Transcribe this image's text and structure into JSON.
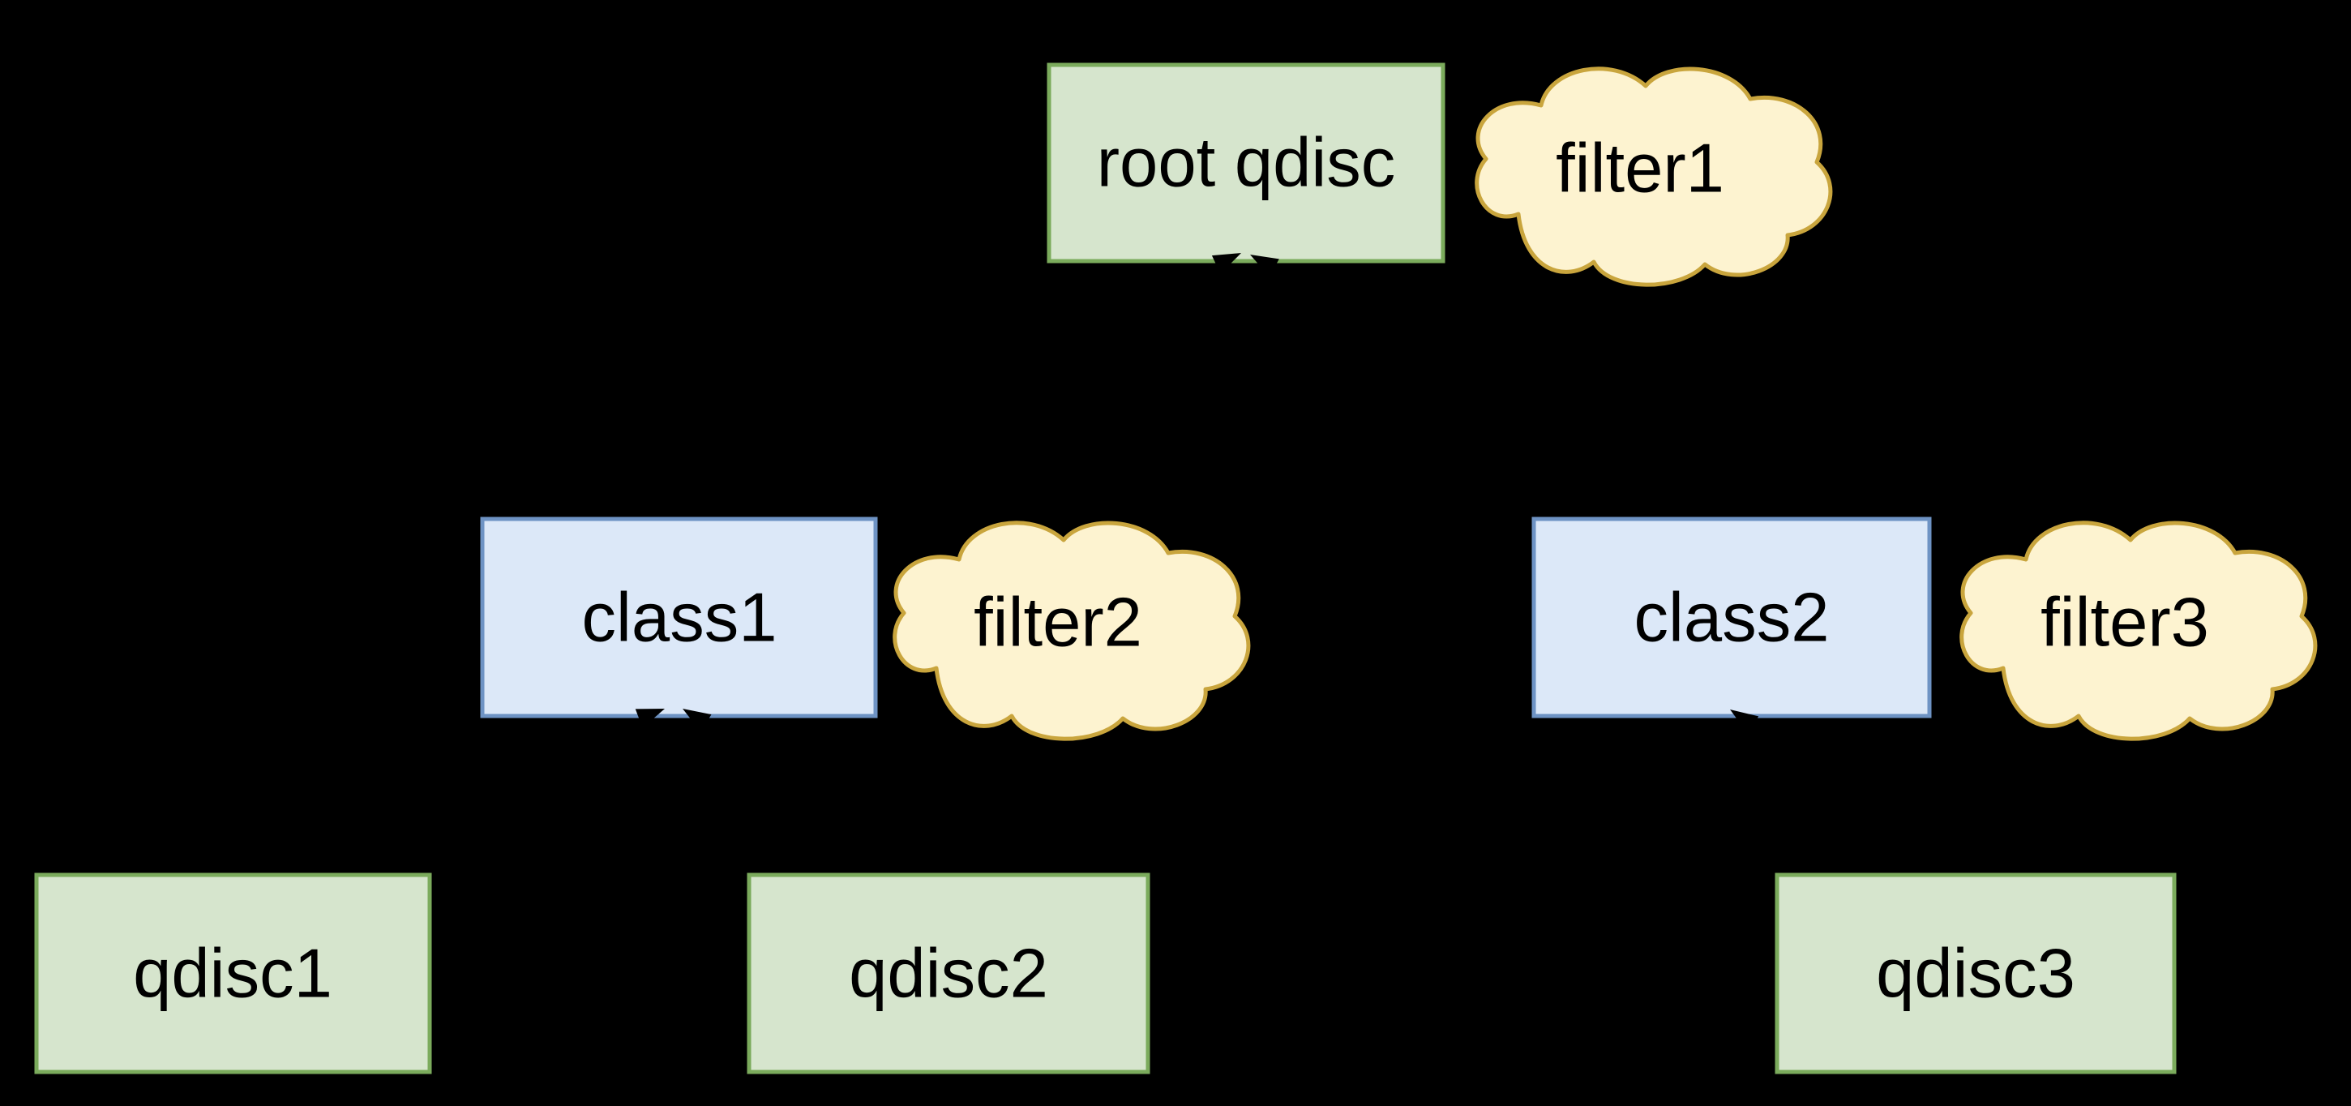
{
  "diagram": {
    "type": "tree-diagram",
    "subject": "traffic-control qdisc class filter hierarchy",
    "background_color": "#000000",
    "text_color": "#000000",
    "colors": {
      "qdisc_fill": "#d6e5cd",
      "qdisc_border": "#7bab5c",
      "class_fill": "#dce8f8",
      "class_border": "#6e93c4",
      "filter_fill": "#fdf3d0",
      "filter_border": "#c9a53d",
      "edge_color": "#000000"
    },
    "nodes": {
      "root_qdisc": {
        "label": "root qdisc",
        "kind": "qdisc",
        "fill": "#d6e5cd",
        "border": "#7bab5c"
      },
      "class1": {
        "label": "class1",
        "kind": "class",
        "fill": "#dce8f8",
        "border": "#6e93c4"
      },
      "class2": {
        "label": "class2",
        "kind": "class",
        "fill": "#dce8f8",
        "border": "#6e93c4"
      },
      "qdisc1": {
        "label": "qdisc1",
        "kind": "qdisc",
        "fill": "#d6e5cd",
        "border": "#7bab5c"
      },
      "qdisc2": {
        "label": "qdisc2",
        "kind": "qdisc",
        "fill": "#d6e5cd",
        "border": "#7bab5c"
      },
      "qdisc3": {
        "label": "qdisc3",
        "kind": "qdisc",
        "fill": "#d6e5cd",
        "border": "#7bab5c"
      }
    },
    "filters": {
      "filter1": {
        "label": "filter1",
        "attached_to": "root_qdisc",
        "fill": "#fdf3d0",
        "border": "#c9a53d"
      },
      "filter2": {
        "label": "filter2",
        "attached_to": "class1",
        "fill": "#fdf3d0",
        "border": "#c9a53d"
      },
      "filter3": {
        "label": "filter3",
        "attached_to": "class2",
        "fill": "#fdf3d0",
        "border": "#c9a53d"
      }
    },
    "edges": [
      {
        "from": "qdisc1",
        "to": "class1"
      },
      {
        "from": "qdisc2",
        "to": "class1"
      },
      {
        "from": "qdisc3",
        "to": "class2"
      },
      {
        "from": "class1",
        "to": "root_qdisc"
      },
      {
        "from": "class2",
        "to": "root_qdisc"
      }
    ]
  }
}
